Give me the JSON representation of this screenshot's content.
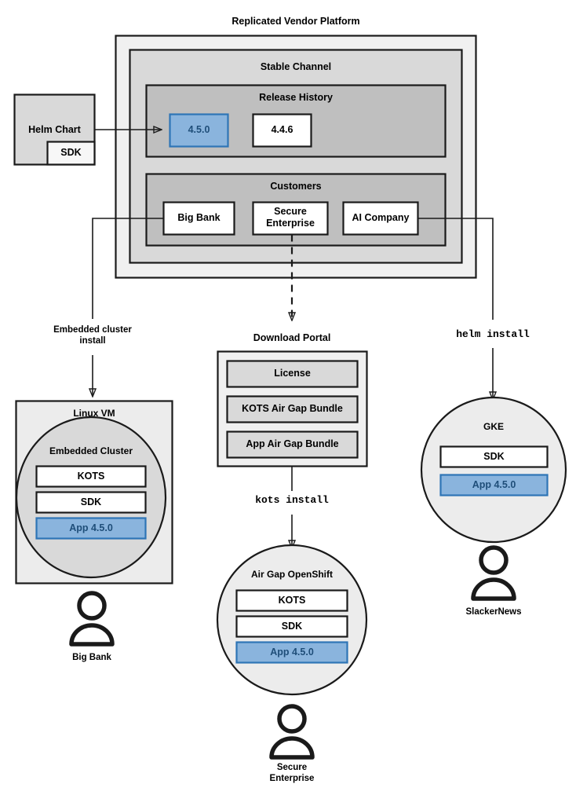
{
  "diagram": {
    "title": "Replicated Vendor Platform",
    "colors": {
      "platform_fill": "#f0f0f0",
      "channel_fill": "#d9d9d9",
      "group_fill": "#bfbfbf",
      "white_fill": "#ffffff",
      "light_fill": "#eeeeee",
      "cluster_fill": "#d9d9d9",
      "blue_fill": "#8ab4dd",
      "blue_stroke": "#2e75b6",
      "blue_text": "#1f4e79",
      "stroke": "#1a1a1a"
    }
  },
  "platform": {
    "label": "Replicated Vendor Platform",
    "channel": {
      "label": "Stable Channel",
      "release_history": {
        "label": "Release History",
        "releases": [
          {
            "version": "4.5.0",
            "highlighted": true
          },
          {
            "version": "4.4.6",
            "highlighted": false
          }
        ]
      },
      "customers": {
        "label": "Customers",
        "items": [
          {
            "name": "Big Bank"
          },
          {
            "name": "Secure\nEnterprise"
          },
          {
            "name": "AI Company"
          }
        ]
      }
    }
  },
  "source": {
    "helm_chart": {
      "label": "Helm Chart",
      "sdk_label": "SDK"
    }
  },
  "edges": [
    {
      "id": "helm-to-release",
      "label": "",
      "style": "solid"
    },
    {
      "id": "bigbank-to-linuxvm",
      "label": "Embedded cluster\ninstall",
      "style": "solid"
    },
    {
      "id": "secure-to-portal",
      "label": "",
      "style": "dashed"
    },
    {
      "id": "portal-to-openshift",
      "label": "kots install",
      "style": "solid",
      "mono": true
    },
    {
      "id": "aicompany-to-gke",
      "label": "helm install",
      "style": "solid",
      "mono": true
    }
  ],
  "download_portal": {
    "label": "Download Portal",
    "items": [
      {
        "label": "License"
      },
      {
        "label": "KOTS Air Gap Bundle"
      },
      {
        "label": "App Air Gap Bundle"
      }
    ]
  },
  "targets": [
    {
      "id": "linux-vm",
      "label": "Linux VM",
      "shape": "rect",
      "inner": {
        "label": "Embedded Cluster",
        "shape": "ellipse",
        "components": [
          {
            "label": "KOTS",
            "highlighted": false
          },
          {
            "label": "SDK",
            "highlighted": false
          },
          {
            "label": "App 4.5.0",
            "highlighted": true
          }
        ]
      },
      "actor": "Big Bank"
    },
    {
      "id": "air-gap-openshift",
      "label": "Air Gap OpenShift",
      "shape": "ellipse",
      "components": [
        {
          "label": "KOTS",
          "highlighted": false
        },
        {
          "label": "SDK",
          "highlighted": false
        },
        {
          "label": "App 4.5.0",
          "highlighted": true
        }
      ],
      "actor": "Secure\nEnterprise"
    },
    {
      "id": "gke",
      "label": "GKE",
      "shape": "ellipse",
      "components": [
        {
          "label": "SDK",
          "highlighted": false
        },
        {
          "label": "App 4.5.0",
          "highlighted": true
        }
      ],
      "actor": "SlackerNews"
    }
  ],
  "actors": [
    {
      "name": "Big Bank",
      "icon": "person-icon"
    },
    {
      "name": "Secure\nEnterprise",
      "icon": "person-icon"
    },
    {
      "name": "SlackerNews",
      "icon": "person-icon"
    }
  ]
}
